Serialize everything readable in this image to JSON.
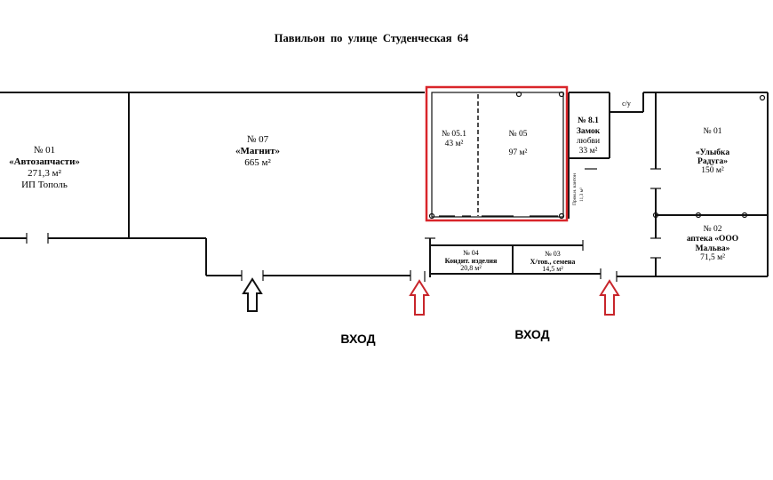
{
  "title": "Павильон  по  улице  Студенческая  64",
  "rooms": {
    "r01_left": {
      "num": "№ 01",
      "name": "«Автозапчасти»",
      "area": "271,3 м²",
      "owner": "ИП Тополь"
    },
    "r07": {
      "num": "№ 07",
      "name": "«Магнит»",
      "area": "665 м²"
    },
    "r051": {
      "num": "№ 05.1",
      "area": "43 м²"
    },
    "r05": {
      "num": "№ 05",
      "area": "97 м²"
    },
    "r81": {
      "num": "№ 8.1",
      "name_line1": "Замок",
      "name_line2": "любви",
      "area": "33 м²"
    },
    "su": {
      "label": "с/у"
    },
    "service": {
      "label_line1": "Пром.н. кантон",
      "label_line2": "11,3 м²"
    },
    "r01_right": {
      "num": "№ 01",
      "name_line1": "«Улыбка",
      "name_line2": "Радуга»",
      "area": "150 м²"
    },
    "r02": {
      "num": "№ 02",
      "name_line1": "аптека «ООО",
      "name_line2": "Мальва»",
      "area": "71,5 м²"
    },
    "r04": {
      "num": "№ 04",
      "name": "Кондит. изделия",
      "area": "20,8 м²"
    },
    "r03": {
      "num": "№ 03",
      "name": "Х/тов., семена",
      "area": "14,5 м²"
    }
  },
  "entrances": [
    {
      "label": "ВХОД"
    },
    {
      "label": "ВХОД"
    }
  ],
  "colors": {
    "highlight": "#d9252a",
    "arrow_red": "#c8252b",
    "arrow_black": "#111111",
    "ink": "#111111"
  }
}
